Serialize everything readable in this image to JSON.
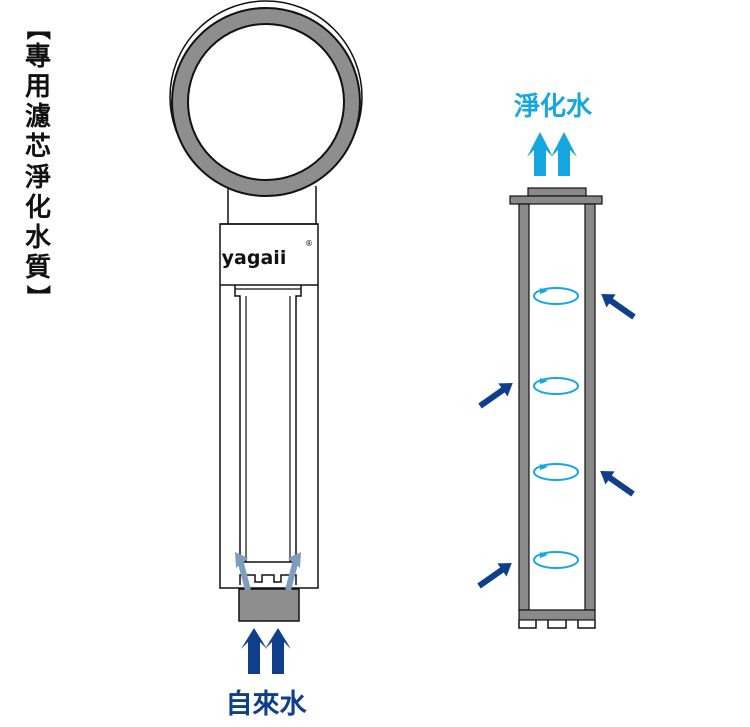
{
  "title": {
    "open_bracket": "【",
    "chars": [
      "專",
      "用",
      "濾",
      "芯",
      "淨",
      "化",
      "水",
      "質"
    ],
    "close_bracket": "】"
  },
  "shower_head": {
    "brand": "yagaii",
    "registered_mark": "®",
    "input_label": "自來水"
  },
  "filter": {
    "output_label": "淨化水"
  },
  "colors": {
    "outline": "#111111",
    "ring_gray": "#8e8e8e",
    "filter_gray": "#8a8a8a",
    "navy": "#0f3f8a",
    "light_blue": "#16a7e0",
    "gray_blue_arrow": "#7f9dbd",
    "title_text": "#111111"
  }
}
